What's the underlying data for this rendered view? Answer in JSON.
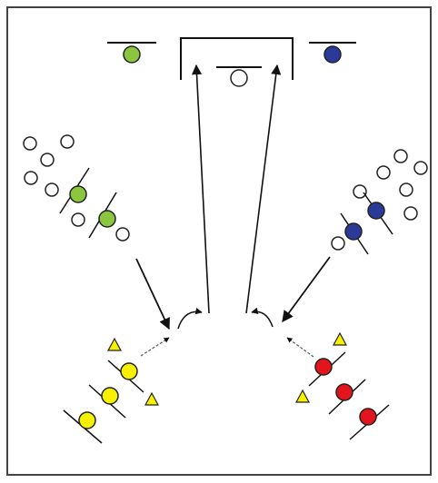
{
  "colors": {
    "green": "#8cc63f",
    "blue": "#2b3a99",
    "yellow": "#f7f000",
    "red": "#e3141b",
    "white": "#ffffff",
    "outline": "#222222",
    "frame": "#444444"
  },
  "icons": {
    "player": "circle",
    "cone": "triangle",
    "pass": "dashed-arrow",
    "run": "arrow",
    "turn": "curved-arrow"
  }
}
